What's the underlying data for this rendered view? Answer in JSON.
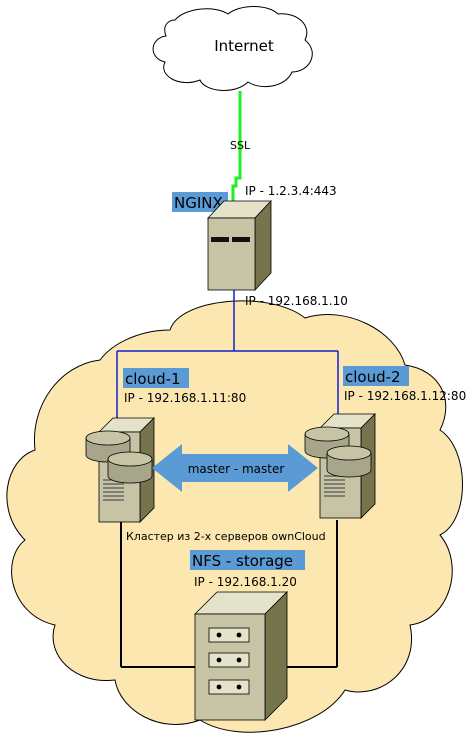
{
  "internet": {
    "label": "Internet"
  },
  "ssl": {
    "label": "SSL"
  },
  "nginx": {
    "label": "NGINX",
    "ip": "IP - 1.2.3.4:443",
    "ip_internal": "IP - 192.168.1.10"
  },
  "cloud1": {
    "label": "cloud-1",
    "ip": "IP - 192.168.1.11:80"
  },
  "cloud2": {
    "label": "cloud-2",
    "ip": "IP - 192.168.1.12:80"
  },
  "replication": {
    "label": "master - master"
  },
  "cluster": {
    "caption": "Кластер из 2-х серверов ownCloud"
  },
  "nfs": {
    "label": "NFS - storage",
    "ip": "IP - 192.168.1.20"
  },
  "colors": {
    "cloud_fill": "#fde7b0",
    "label_bg": "#5b9bd5",
    "ssl_link": "#22ee22",
    "lan_link": "#1020cc",
    "arrow": "#5b9bd5",
    "server_body": "#c6c4a4",
    "server_side": "#75744c"
  }
}
